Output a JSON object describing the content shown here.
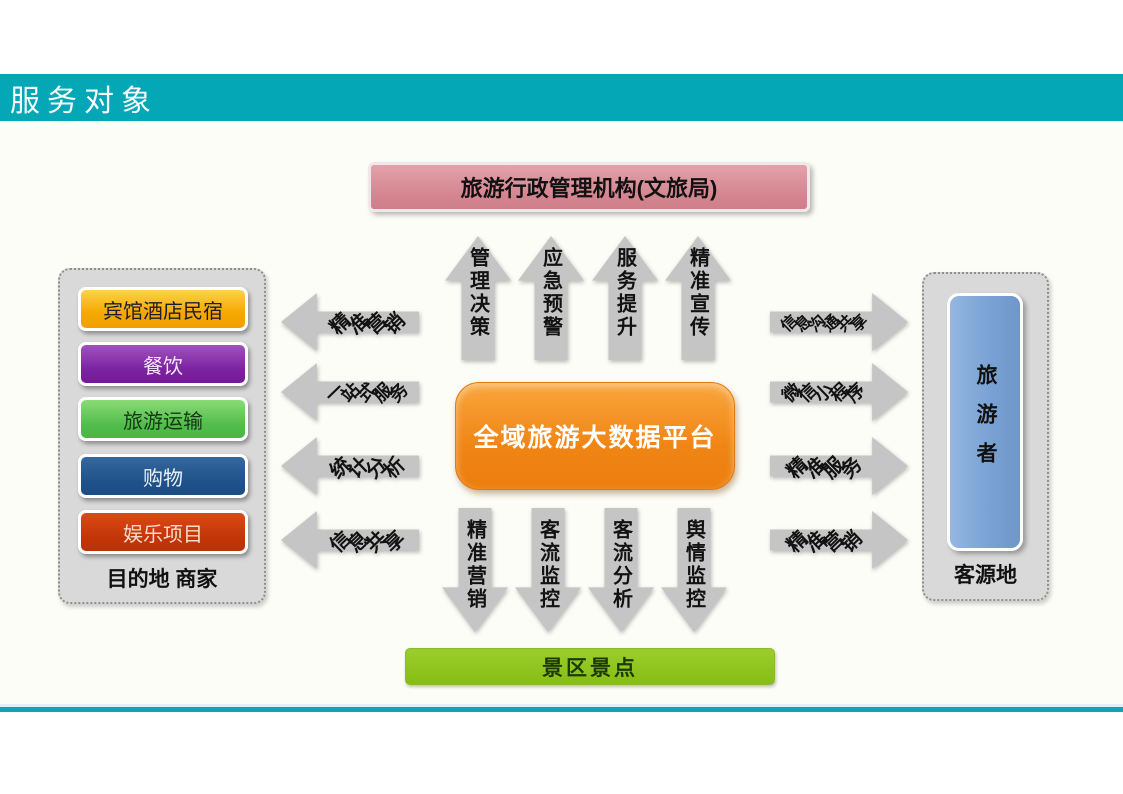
{
  "slide": {
    "header_title": "服务对象"
  },
  "nodes": {
    "government": "旅游行政管理机构(文旅局)",
    "platform": "全域旅游大数据平台",
    "scenic": "景区景点",
    "merchants": {
      "caption": "目的地 商家",
      "items": [
        "宾馆酒店民宿",
        "餐饮",
        "旅游运输",
        "购物",
        "娱乐项目"
      ]
    },
    "tourists": {
      "caption": "客源地",
      "item": "旅游者"
    }
  },
  "arrows": {
    "up": [
      "管理决策",
      "应急预警",
      "服务提升",
      "精准宣传"
    ],
    "down": [
      "精准营销",
      "客流监控",
      "客流分析",
      "舆情监控"
    ],
    "left": [
      "精准营销",
      "一站式服务",
      "统计分析",
      "信息共享"
    ],
    "right": [
      "信息沟通共享",
      "微信小程序",
      "精准服务",
      "精准营销"
    ]
  },
  "colors": {
    "header_bar": "#04a7b5",
    "government_box": "#d48590",
    "platform_box": "#f08514",
    "scenic_box": "#8fc31e",
    "merchant_hotel": "#f5a800",
    "merchant_dining": "#7b22a0",
    "merchant_transport": "#52bd4b",
    "merchant_shopping": "#20518a",
    "merchant_entertainment": "#c23508",
    "tourist_box": "#6e96c9",
    "arrow_gray": "#c5c5c5",
    "panel_gray": "#d9d9d9",
    "bottom_line": "#17a2b1"
  }
}
